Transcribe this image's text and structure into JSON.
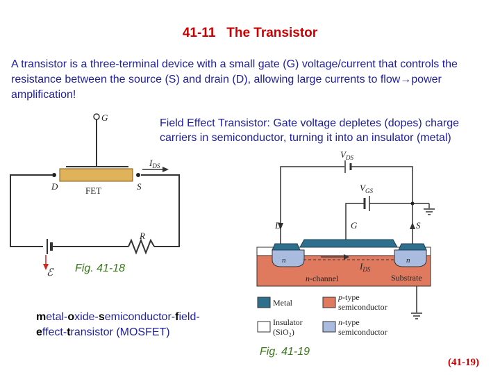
{
  "slide": {
    "title": "41-11   The Transistor",
    "intro": "A transistor is a three-terminal device with a small gate (G) voltage/current that controls the resistance between the source (S) and drain (D), allowing large currents to flow→power amplification!",
    "fet_description": "Field Effect Transistor: Gate voltage depletes (dopes) charge carriers in semiconductor, turning it into an insulator (metal)",
    "mosfet": {
      "parts": [
        {
          "b": "m",
          "t": "etal-"
        },
        {
          "b": "o",
          "t": "xide-"
        },
        {
          "b": "s",
          "t": "emiconductor-"
        },
        {
          "b": "f",
          "t": "ield-"
        },
        {
          "b": "e",
          "t": "ffect-"
        },
        {
          "b": "t",
          "t": "ransistor (MOSFET)"
        }
      ]
    },
    "page_code": "(41-19)"
  },
  "fig18": {
    "caption": "Fig. 41-18",
    "label_g": "G",
    "label_ids": "I",
    "label_ids_sub": "DS",
    "label_d": "D",
    "label_s": "S",
    "label_fet": "FET",
    "label_r": "R",
    "label_emf": "ℰ"
  },
  "fig19": {
    "caption": "Fig. 41-19",
    "label_vds": "V",
    "label_vds_sub": "DS",
    "label_vgs": "V",
    "label_vgs_sub": "GS",
    "label_d": "D",
    "label_g": "G",
    "label_s": "S",
    "label_n": "n",
    "label_ids": "I",
    "label_ids_sub": "DS",
    "label_nchannel_n": "n",
    "label_nchannel_rest": "-channel",
    "label_substrate": "Substrate",
    "legend": {
      "metal": "Metal",
      "p_type_1": "p",
      "p_type_1b": "-type",
      "p_type_2": "semiconductor",
      "insulator_1": "Insulator",
      "insulator_2": "(SiO₂)",
      "n_type_1": "n",
      "n_type_1b": "-type",
      "n_type_2": "semiconductor"
    },
    "colors": {
      "metal": "#2e6f8e",
      "p_type": "#e07a5f",
      "n_type": "#a9bce0",
      "insulator": "#ffffff",
      "fet_body": "#e0b25a",
      "arrow": "#cc2a1a"
    }
  }
}
